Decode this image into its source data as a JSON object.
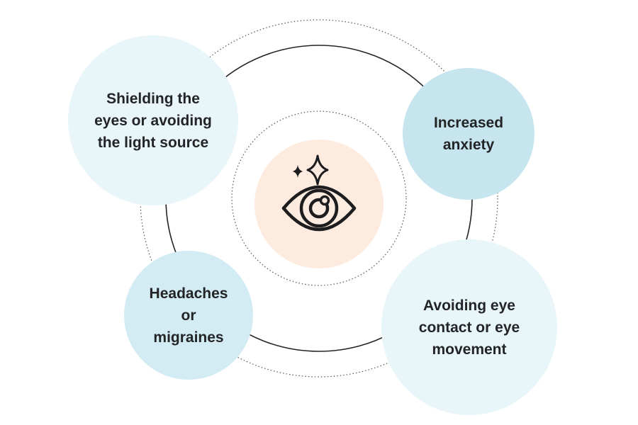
{
  "diagram": {
    "center_icon": "eye-with-sparkle-icon",
    "colors": {
      "center_fill": "#fdebdf",
      "bubble_light": "#e8f5f9",
      "bubble_medium": "#c6e5ef",
      "bubble_soft": "#d3ebf3",
      "ring_solid": "#222426",
      "ring_dotted": "#555555",
      "text": "#222426"
    },
    "symptoms": [
      {
        "label": "Shielding the\neyes or avoiding\nthe light source"
      },
      {
        "label": "Increased\nanxiety"
      },
      {
        "label": "Headaches\nor\nmigraines"
      },
      {
        "label": "Avoiding eye\ncontact or eye\nmovement"
      }
    ]
  }
}
